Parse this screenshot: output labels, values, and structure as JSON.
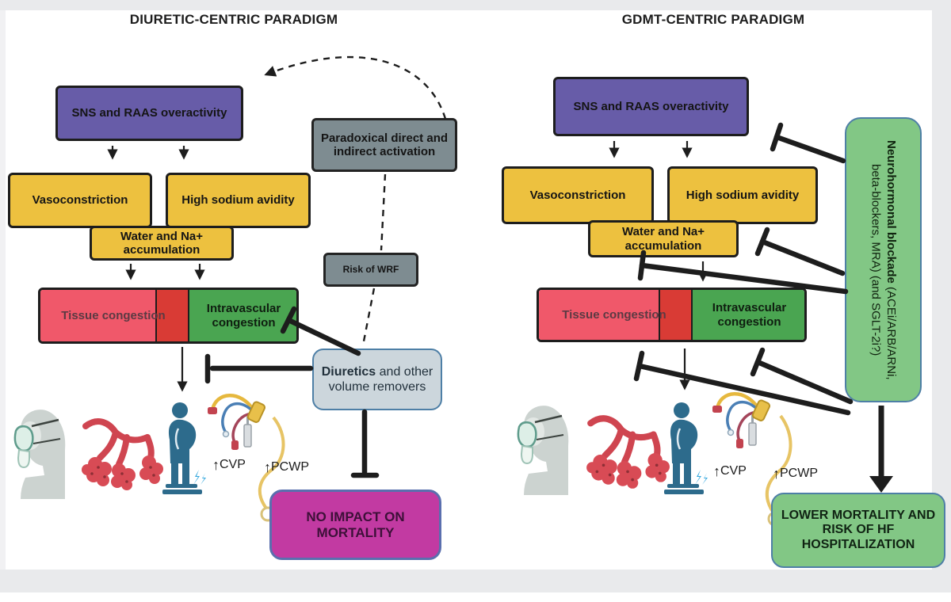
{
  "left": {
    "title": "DIURETIC-CENTRIC PARADIGM",
    "sns": "SNS and RAAS overactivity",
    "vasoconstriction": "Vasoconstriction",
    "high_sodium": "High sodium avidity",
    "water_na": "Water and Na+ accumulation",
    "paradoxical": "Paradoxical direct and indirect activation",
    "risk_wrf": "Risk of WRF",
    "tissue": "Tissue congestion",
    "intravascular": "Intravascular congestion",
    "diuretics_bold": "Diuretics",
    "diuretics_rest": " and other volume removers",
    "outcome": "NO IMPACT ON MORTALITY",
    "arrow_up": "↑",
    "cvp": "CVP",
    "pcwp": "PCWP"
  },
  "right": {
    "title": "GDMT-CENTRIC PARADIGM",
    "sns": "SNS and RAAS overactivity",
    "vasoconstriction": "Vasoconstriction",
    "high_sodium": "High sodium avidity",
    "water_na": "Water and Na+ accumulation",
    "tissue": "Tissue congestion",
    "intravascular": "Intravascular congestion",
    "blockade_bold": "Neurohormonal blockade",
    "blockade_rest": " (ACEi/ARB/ARNi, beta-blockers, MRA) (and SGLT-2i?)",
    "outcome": "LOWER MORTALITY AND RISK OF HF HOSPITALIZATION",
    "arrow_up": "↑",
    "cvp": "CVP",
    "pcwp": "PCWP"
  },
  "colors": {
    "purple": "#675ca8",
    "yellow": "#edc13f",
    "gray_box": "#7e8c91",
    "tissue_pink": "#f0586a",
    "tissue_red": "#d93b35",
    "intravascular_green": "#4aa551",
    "diuretics_fill": "#ccd6dc",
    "soft_border_blue": "#4e7fa6",
    "outcome_magenta": "#c23aa2",
    "gdmt_green": "#82c785",
    "line_black": "#1d1d1d",
    "frame_gray": "#e9eaec"
  }
}
